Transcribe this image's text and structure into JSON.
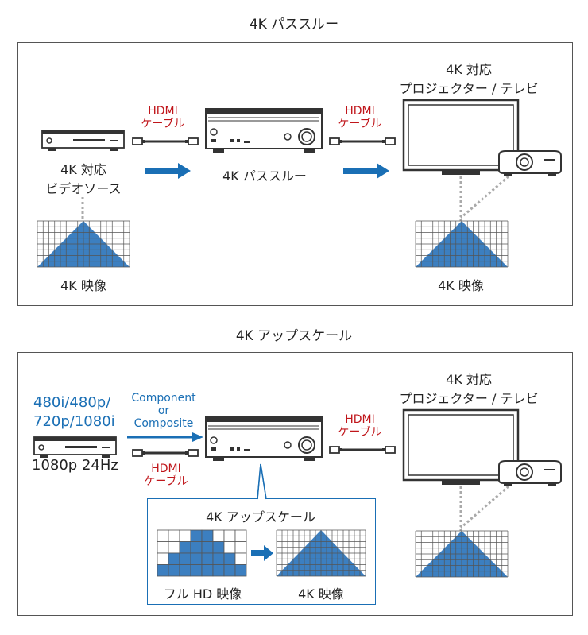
{
  "passthrough": {
    "title": "4K パススルー",
    "source_label_1": "4K 対応",
    "source_label_2": "ビデオソース",
    "source_image_label": "4K 映像",
    "hdmi_1a": "HDMI",
    "hdmi_1b": "ケーブル",
    "receiver_label": "4K パススルー",
    "hdmi_2a": "HDMI",
    "hdmi_2b": "ケーブル",
    "display_label_1": "4K 対応",
    "display_label_2": "プロジェクター / テレビ",
    "display_image_label": "4K 映像"
  },
  "upscale": {
    "title": "4K アップスケール",
    "source_res_1": "480i/480p/",
    "source_res_2": "720p/1080i",
    "source_res_3": "1080p 24Hz",
    "comp_1": "Component",
    "comp_2": "or",
    "comp_3": "Composite",
    "hdmi_1a": "HDMI",
    "hdmi_1b": "ケーブル",
    "hdmi_2a": "HDMI",
    "hdmi_2b": "ケーブル",
    "display_label_1": "4K 対応",
    "display_label_2": "プロジェクター / テレビ",
    "detail_title": "4K アップスケール",
    "fullhd_label": "フル HD 映像",
    "k4_label": "4K 映像"
  },
  "colors": {
    "accent_blue": "#1a6fb5",
    "hdmi_red": "#c0161b",
    "grid_blue": "#3c7fc0"
  }
}
